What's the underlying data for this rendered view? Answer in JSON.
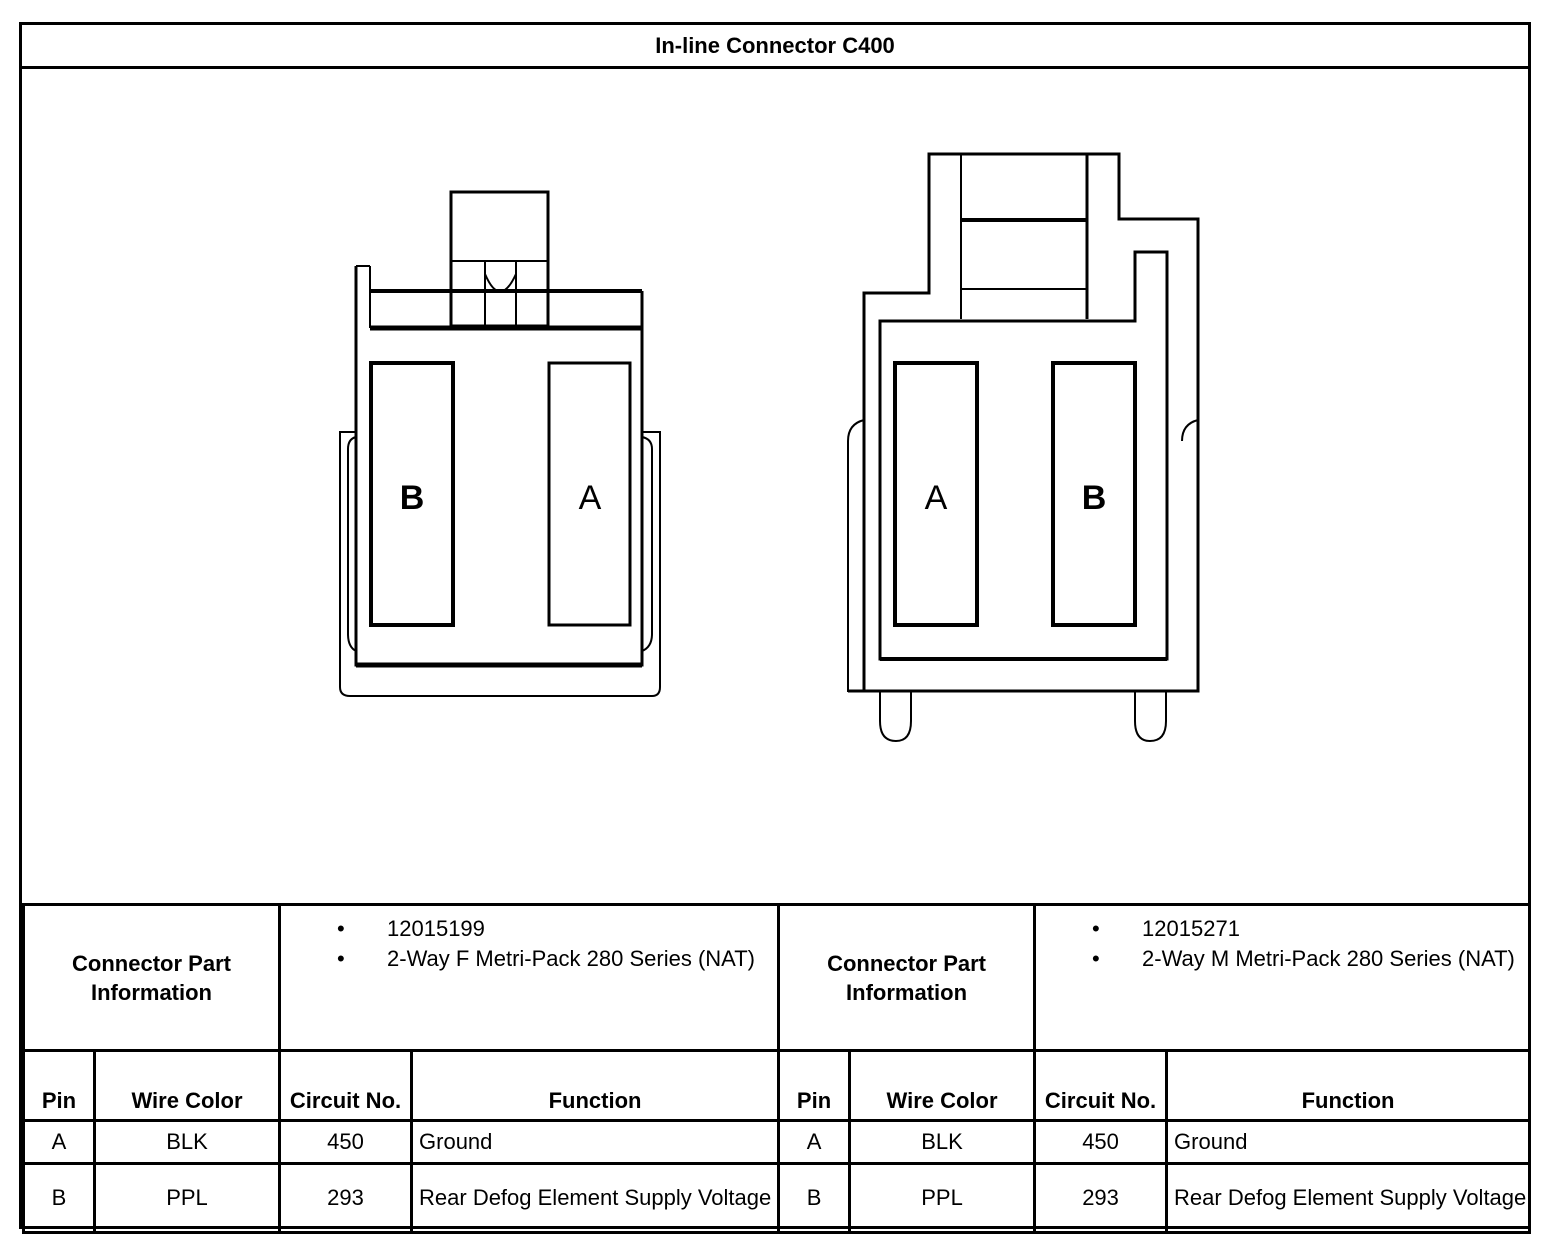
{
  "title": "In-line Connector C400",
  "diagram": {
    "left_connector": {
      "cavity_labels": [
        "B",
        "A"
      ]
    },
    "right_connector": {
      "cavity_labels": [
        "A",
        "B"
      ]
    }
  },
  "left_panel": {
    "info_label": "Connector Part Information",
    "info_items": [
      "12015199",
      "2-Way F Metri-Pack 280 Series (NAT)"
    ],
    "headers": {
      "pin": "Pin",
      "wire_color": "Wire Color",
      "circuit": "Circuit No.",
      "function": "Function"
    },
    "rows": [
      {
        "pin": "A",
        "wire_color": "BLK",
        "circuit": "450",
        "function": "Ground"
      },
      {
        "pin": "B",
        "wire_color": "PPL",
        "circuit": "293",
        "function": "Rear Defog Element Supply Voltage"
      }
    ]
  },
  "right_panel": {
    "info_label": "Connector Part Information",
    "info_items": [
      "12015271",
      "2-Way M Metri-Pack 280 Series (NAT)"
    ],
    "headers": {
      "pin": "Pin",
      "wire_color": "Wire Color",
      "circuit": "Circuit No.",
      "function": "Function"
    },
    "rows": [
      {
        "pin": "A",
        "wire_color": "BLK",
        "circuit": "450",
        "function": "Ground"
      },
      {
        "pin": "B",
        "wire_color": "PPL",
        "circuit": "293",
        "function": "Rear Defog Element Supply Voltage"
      }
    ]
  }
}
